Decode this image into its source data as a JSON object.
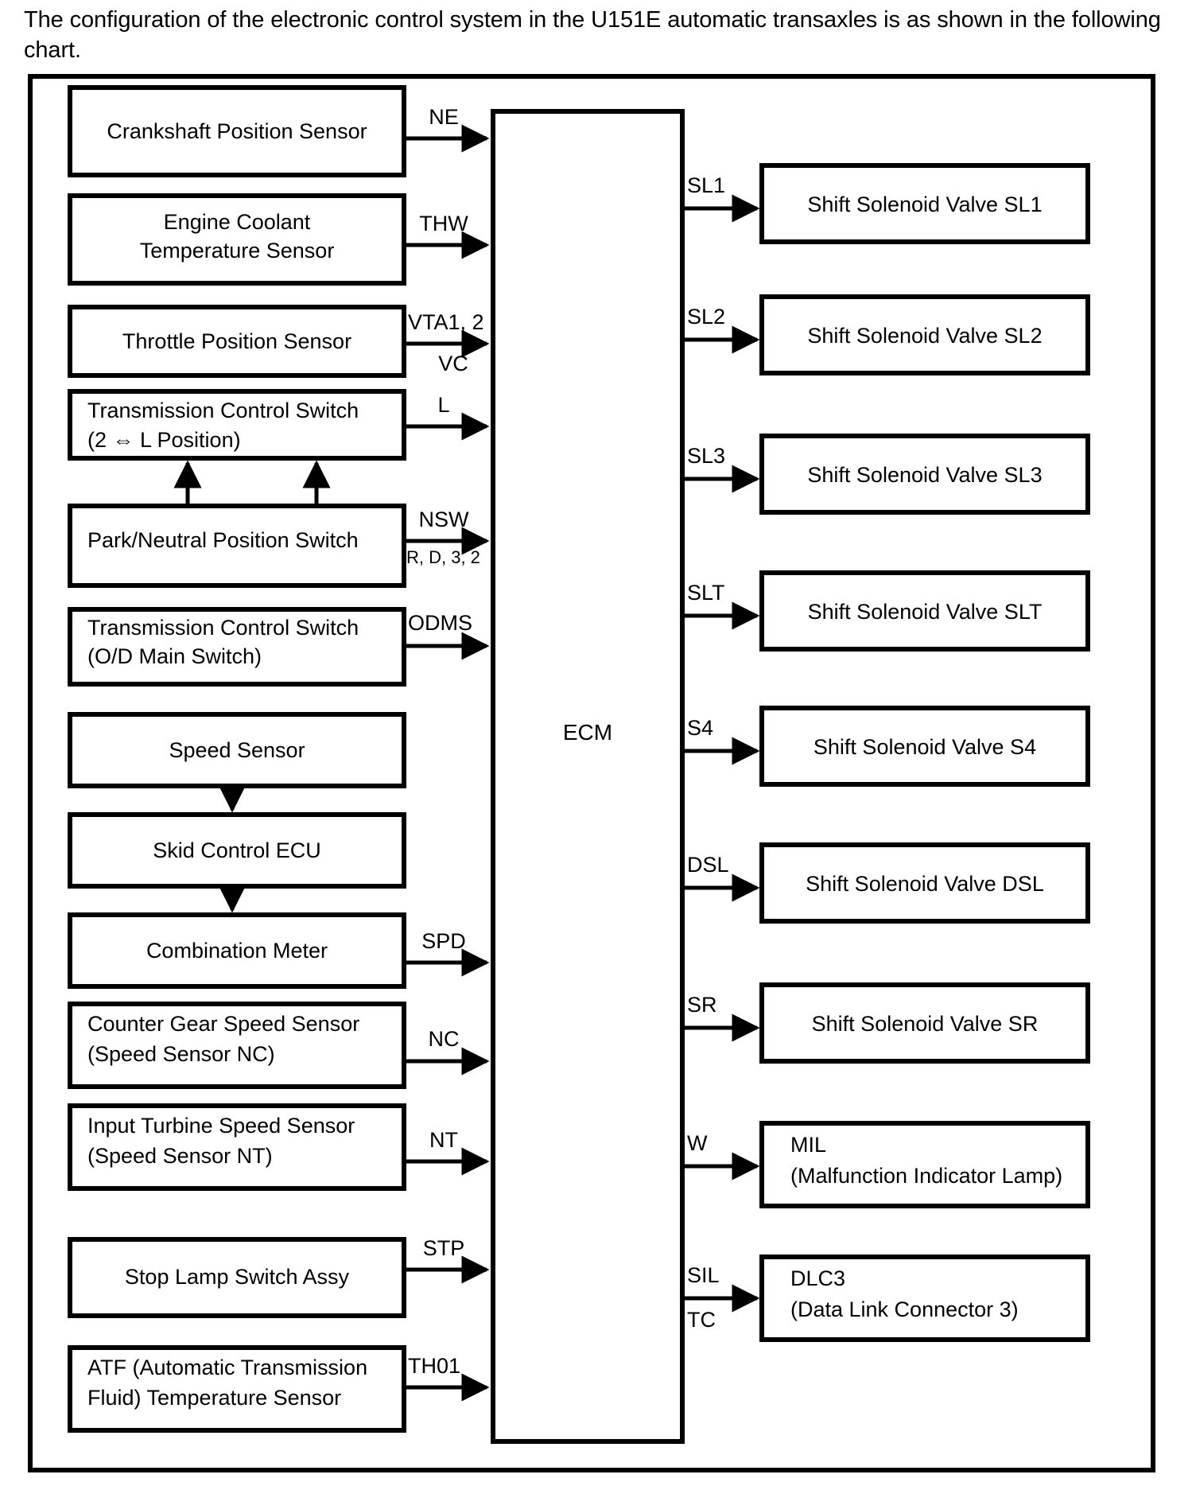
{
  "intro": {
    "text": "The configuration of the electronic control system in the U151E automatic transaxles is as shown in the following chart."
  },
  "diagram": {
    "title": "U151E automatic transaxle electronic control system configuration",
    "ecm": {
      "label": "ECM"
    },
    "inputs": [
      {
        "id": "crankshaft-position-sensor",
        "lines": [
          "Crankshaft Position Sensor"
        ],
        "signal": "NE",
        "signal_sub": ""
      },
      {
        "id": "engine-coolant-temperature-sensor",
        "lines": [
          "Engine Coolant",
          "Temperature Sensor"
        ],
        "signal": "THW",
        "signal_sub": ""
      },
      {
        "id": "throttle-position-sensor",
        "lines": [
          "Throttle Position Sensor"
        ],
        "signal": "VTA1, 2",
        "signal_sub": "VC"
      },
      {
        "id": "transmission-control-switch-2l",
        "lines": [
          "Transmission Control Switch",
          "(2 ⇔ L Position)"
        ],
        "signal": "L",
        "signal_sub": ""
      },
      {
        "id": "park-neutral-position-switch",
        "lines": [
          "Park/Neutral Position Switch"
        ],
        "signal": "NSW",
        "signal_sub": "R, D, 3, 2"
      },
      {
        "id": "transmission-control-switch-od",
        "lines": [
          "Transmission Control Switch",
          "(O/D Main Switch)"
        ],
        "signal": "ODMS",
        "signal_sub": ""
      },
      {
        "id": "speed-sensor",
        "lines": [
          "Speed Sensor"
        ],
        "signal": "",
        "signal_sub": ""
      },
      {
        "id": "skid-control-ecu",
        "lines": [
          "Skid Control ECU"
        ],
        "signal": "",
        "signal_sub": ""
      },
      {
        "id": "combination-meter",
        "lines": [
          "Combination Meter"
        ],
        "signal": "SPD",
        "signal_sub": ""
      },
      {
        "id": "counter-gear-speed-sensor",
        "lines": [
          "Counter Gear Speed Sensor",
          "(Speed Sensor NC)"
        ],
        "signal": "NC",
        "signal_sub": ""
      },
      {
        "id": "input-turbine-speed-sensor",
        "lines": [
          "Input Turbine Speed Sensor",
          "(Speed Sensor NT)"
        ],
        "signal": "NT",
        "signal_sub": ""
      },
      {
        "id": "stop-lamp-switch-assy",
        "lines": [
          "Stop Lamp Switch Assy"
        ],
        "signal": "STP",
        "signal_sub": ""
      },
      {
        "id": "atf-temperature-sensor",
        "lines": [
          "ATF (Automatic Transmission",
          "Fluid) Temperature Sensor"
        ],
        "signal": "TH01",
        "signal_sub": ""
      }
    ],
    "outputs": [
      {
        "id": "shift-solenoid-valve-sl1",
        "lines": [
          "Shift Solenoid Valve SL1"
        ],
        "signal": "SL1",
        "signal_sub": "",
        "align": "center"
      },
      {
        "id": "shift-solenoid-valve-sl2",
        "lines": [
          "Shift Solenoid Valve SL2"
        ],
        "signal": "SL2",
        "signal_sub": "",
        "align": "center"
      },
      {
        "id": "shift-solenoid-valve-sl3",
        "lines": [
          "Shift Solenoid Valve SL3"
        ],
        "signal": "SL3",
        "signal_sub": "",
        "align": "center"
      },
      {
        "id": "shift-solenoid-valve-slt",
        "lines": [
          "Shift Solenoid Valve SLT"
        ],
        "signal": "SLT",
        "signal_sub": "",
        "align": "center"
      },
      {
        "id": "shift-solenoid-valve-s4",
        "lines": [
          "Shift Solenoid Valve S4"
        ],
        "signal": "S4",
        "signal_sub": "",
        "align": "center"
      },
      {
        "id": "shift-solenoid-valve-dsl",
        "lines": [
          "Shift Solenoid Valve DSL"
        ],
        "signal": "DSL",
        "signal_sub": "",
        "align": "center"
      },
      {
        "id": "shift-solenoid-valve-sr",
        "lines": [
          "Shift Solenoid Valve SR"
        ],
        "signal": "SR",
        "signal_sub": "",
        "align": "center"
      },
      {
        "id": "mil",
        "lines": [
          "MIL",
          "(Malfunction Indicator Lamp)"
        ],
        "signal": "W",
        "signal_sub": "",
        "align": "left"
      },
      {
        "id": "dlc3",
        "lines": [
          "DLC3",
          "(Data Link Connector 3)"
        ],
        "signal": "SIL",
        "signal_sub": "TC",
        "align": "left"
      }
    ],
    "internal_links": [
      {
        "from": "park-neutral-position-switch",
        "to": "transmission-control-switch-2l",
        "count": 2
      },
      {
        "from": "speed-sensor",
        "to": "skid-control-ecu",
        "count": 1
      },
      {
        "from": "skid-control-ecu",
        "to": "combination-meter",
        "count": 1
      }
    ]
  },
  "colors": {
    "line": "#000000",
    "background": "#ffffff",
    "text": "#000000"
  }
}
